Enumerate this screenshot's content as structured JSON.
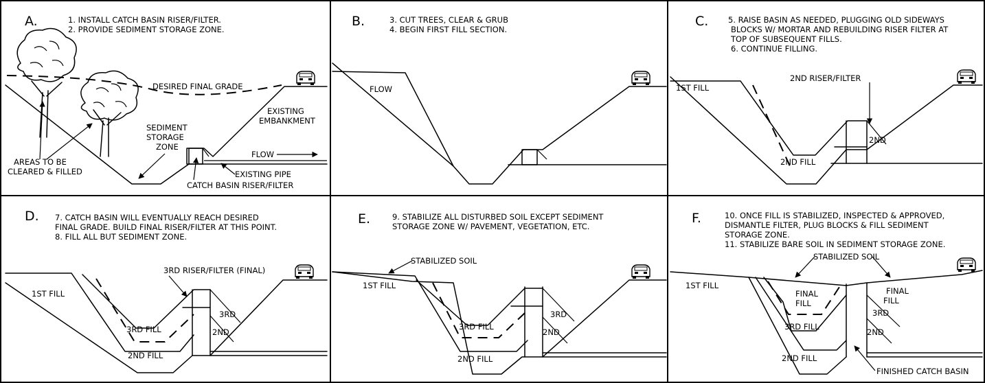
{
  "panels": {
    "A": {
      "letter": "A.",
      "notes": [
        "1. INSTALL CATCH BASIN RISER/FILTER.",
        "2. PROVIDE SEDIMENT STORAGE ZONE."
      ],
      "labels": {
        "desired_grade": "DESIRED FINAL GRADE",
        "existing_emb_1": "EXISTING",
        "existing_emb_2": "EMBANKMENT",
        "sediment_1": "SEDIMENT",
        "sediment_2": "STORAGE",
        "sediment_3": "ZONE",
        "flow": "FLOW",
        "areas_1": "AREAS TO BE",
        "areas_2": "CLEARED & FILLED",
        "existing_pipe": "EXISTING PIPE",
        "catch_basin": "CATCH BASIN RISER/FILTER"
      }
    },
    "B": {
      "letter": "B.",
      "notes": [
        "3. CUT TREES, CLEAR & GRUB",
        "4. BEGIN FIRST FILL SECTION."
      ],
      "labels": {
        "flow": "FLOW"
      }
    },
    "C": {
      "letter": "C.",
      "notes": [
        "5. RAISE BASIN AS NEEDED, PLUGGING OLD SIDEWAYS",
        "BLOCKS W/ MORTAR AND REBUILDING RISER FILTER AT",
        "TOP OF SUBSEQUENT FILLS.",
        "6. CONTINUE FILLING."
      ],
      "labels": {
        "second_riser": "2ND RISER/FILTER",
        "first_fill": "1ST FILL",
        "second_fill": "2ND FILL",
        "second": "2ND"
      }
    },
    "D": {
      "letter": "D.",
      "notes": [
        "7. CATCH BASIN WILL EVENTUALLY REACH DESIRED",
        "FINAL GRADE. BUILD FINAL RISER/FILTER AT THIS POINT.",
        "8. FILL ALL BUT SEDIMENT ZONE."
      ],
      "labels": {
        "third_riser": "3RD RISER/FILTER (FINAL)",
        "first_fill": "1ST FILL",
        "third_fill": "3RD FILL",
        "second_fill": "2ND FILL",
        "third": "3RD",
        "second": "2ND"
      }
    },
    "E": {
      "letter": "E.",
      "notes": [
        "9. STABILIZE ALL DISTURBED SOIL EXCEPT SEDIMENT",
        "STORAGE ZONE W/ PAVEMENT, VEGETATION, ETC."
      ],
      "labels": {
        "stabilized": "STABILIZED SOIL",
        "first_fill": "1ST FILL",
        "third_fill": "3RD FILL",
        "second_fill": "2ND FILL",
        "third": "3RD",
        "second": "2ND"
      }
    },
    "F": {
      "letter": "F.",
      "notes": [
        "10. ONCE FILL IS STABILIZED, INSPECTED & APPROVED,",
        "DISMANTLE FILTER, PLUG BLOCKS & FILL SEDIMENT",
        "STORAGE ZONE.",
        "11. STABILIZE BARE SOIL IN SEDIMENT STORAGE ZONE."
      ],
      "labels": {
        "stabilized": "STABILIZED SOIL",
        "first_fill": "1ST FILL",
        "final_fill_l1": "FINAL",
        "final_fill_l2": "FILL",
        "final_fill_r1": "FINAL",
        "final_fill_r2": "FILL",
        "third_fill": "3RD FILL",
        "third": "3RD",
        "second": "2ND",
        "second_fill": "2ND FILL",
        "finished": "FINISHED CATCH BASIN"
      }
    }
  }
}
